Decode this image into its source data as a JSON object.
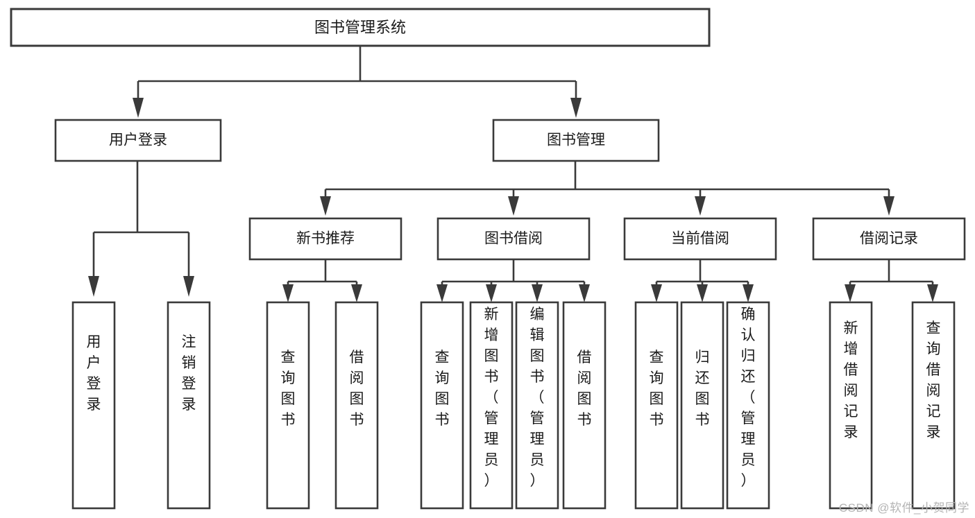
{
  "diagram": {
    "type": "tree-hierarchy-diagram",
    "title": "图书管理系统",
    "watermark": "CSDN @软件_小贺同学",
    "colors": {
      "background": "#ffffff",
      "stroke": "#3a3a3a",
      "node_fill": "#ffffff",
      "text": "#1a1a1a",
      "watermark": "#b4b4b4"
    },
    "root": {
      "id": "root",
      "label": "图书管理系统"
    },
    "level2": [
      {
        "id": "user-login",
        "label": "用户登录"
      },
      {
        "id": "book-management",
        "label": "图书管理"
      }
    ],
    "level3": [
      {
        "id": "new-book-recommend",
        "label": "新书推荐",
        "parent": "book-management"
      },
      {
        "id": "book-borrow",
        "label": "图书借阅",
        "parent": "book-management"
      },
      {
        "id": "current-borrow",
        "label": "当前借阅",
        "parent": "book-management"
      },
      {
        "id": "borrow-record",
        "label": "借阅记录",
        "parent": "book-management"
      }
    ],
    "leaves": {
      "user-login": [
        {
          "id": "leaf-user-login",
          "label": "用户登录"
        },
        {
          "id": "leaf-user-logout",
          "label": "注销登录"
        }
      ],
      "new-book-recommend": [
        {
          "id": "leaf-query-book-1",
          "label": "查询图书"
        },
        {
          "id": "leaf-borrow-book-1",
          "label": "借阅图书"
        }
      ],
      "book-borrow": [
        {
          "id": "leaf-query-book-2",
          "label": "查询图书"
        },
        {
          "id": "leaf-add-book",
          "label": "新增图书（管理员）"
        },
        {
          "id": "leaf-edit-book",
          "label": "编辑图书（管理员）"
        },
        {
          "id": "leaf-borrow-book-2",
          "label": "借阅图书"
        }
      ],
      "current-borrow": [
        {
          "id": "leaf-query-book-3",
          "label": "查询图书"
        },
        {
          "id": "leaf-return-book",
          "label": "归还图书"
        },
        {
          "id": "leaf-confirm-return",
          "label": "确认归还（管理员）"
        }
      ],
      "borrow-record": [
        {
          "id": "leaf-add-record",
          "label": "新增借阅记录"
        },
        {
          "id": "leaf-query-record",
          "label": "查询借阅记录"
        }
      ]
    }
  }
}
